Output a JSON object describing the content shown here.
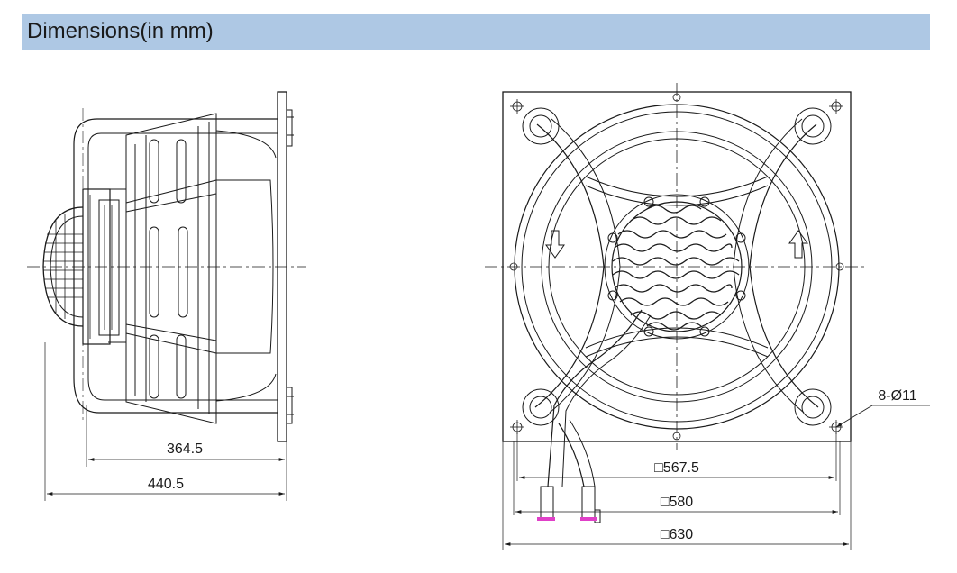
{
  "header": {
    "title": "Dimensions(in mm)"
  },
  "side_view": {
    "dim_inner": "364.5",
    "dim_outer": "440.5"
  },
  "front_view": {
    "hole_callout": "8-Ø11",
    "dim_bolt_square": "□567.5",
    "dim_mid_square": "□580",
    "dim_outer_square": "□630"
  },
  "colors": {
    "header_bg": "#aec8e4",
    "line": "#1a1a1a",
    "connector": "#e040c8"
  }
}
